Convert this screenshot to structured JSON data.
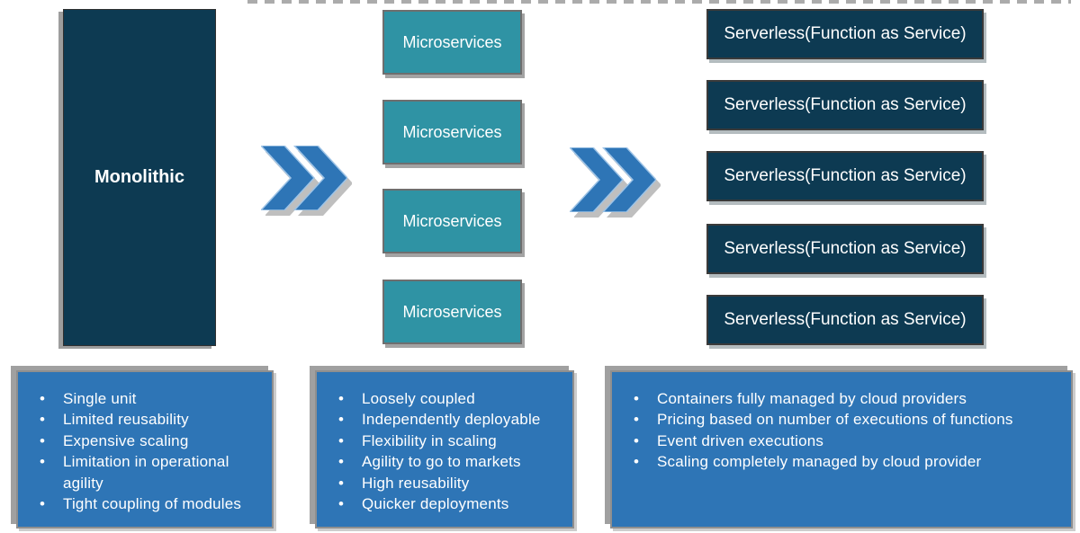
{
  "diagram": {
    "title_hint": "Monolithic to Microservices to Serverless evolution",
    "stages": [
      {
        "label": "Monolithic",
        "count": 1
      },
      {
        "label": "Microservices",
        "count": 4
      },
      {
        "label": "Serverless(Function as Service)",
        "count": 5
      }
    ],
    "arrows": [
      {
        "icon": "double-chevron-right-icon"
      },
      {
        "icon": "double-chevron-right-icon"
      }
    ],
    "details": [
      {
        "items": [
          "Single unit",
          "Limited reusability",
          "Expensive scaling",
          "Limitation in operational agility",
          "Tight coupling of modules"
        ]
      },
      {
        "items": [
          "Loosely coupled",
          "Independently deployable",
          "Flexibility in scaling",
          "Agility to go to markets",
          "High reusability",
          "Quicker deployments"
        ]
      },
      {
        "items": [
          "Containers fully managed by cloud providers",
          "Pricing based on number of executions of functions",
          "Event driven executions",
          "Scaling completely managed by cloud provider"
        ]
      }
    ],
    "colors": {
      "navy": "#0d3a52",
      "teal": "#2f93a4",
      "blue": "#2e75b6",
      "arrow_blue": "#2e75b6",
      "arrow_outline": "#9dc3e6",
      "shadow_gray": "#8f8f8f",
      "text": "#ffffff",
      "background": "#ffffff"
    }
  }
}
